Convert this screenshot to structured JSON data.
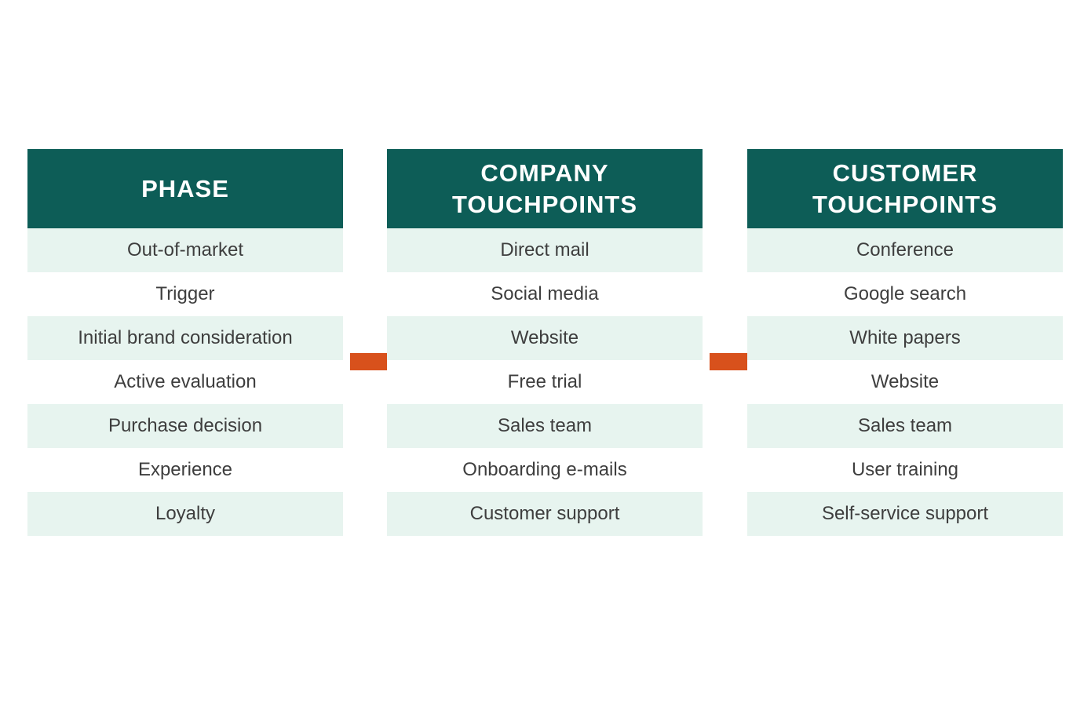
{
  "colors": {
    "background": "#ffffff",
    "header_bg": "#0d5d57",
    "header_text": "#ffffff",
    "row_bg": "#ffffff",
    "row_alt_bg": "#e7f4ef",
    "row_text": "#3e3e3e",
    "arrow": "#d8511c"
  },
  "icons": {
    "arrow": "right-arrow-icon"
  },
  "columns": [
    {
      "header": "PHASE",
      "rows": [
        "Out-of-market",
        "Trigger",
        "Initial brand consideration",
        "Active evaluation",
        "Purchase decision",
        "Experience",
        "Loyalty"
      ]
    },
    {
      "header": "COMPANY TOUCHPOINTS",
      "rows": [
        "Direct mail",
        "Social media",
        "Website",
        "Free trial",
        "Sales team",
        "Onboarding e-mails",
        "Customer support"
      ]
    },
    {
      "header": "CUSTOMER TOUCHPOINTS",
      "rows": [
        "Conference",
        "Google search",
        "White papers",
        "Website",
        "Sales team",
        "User training",
        "Self-service support"
      ]
    }
  ]
}
